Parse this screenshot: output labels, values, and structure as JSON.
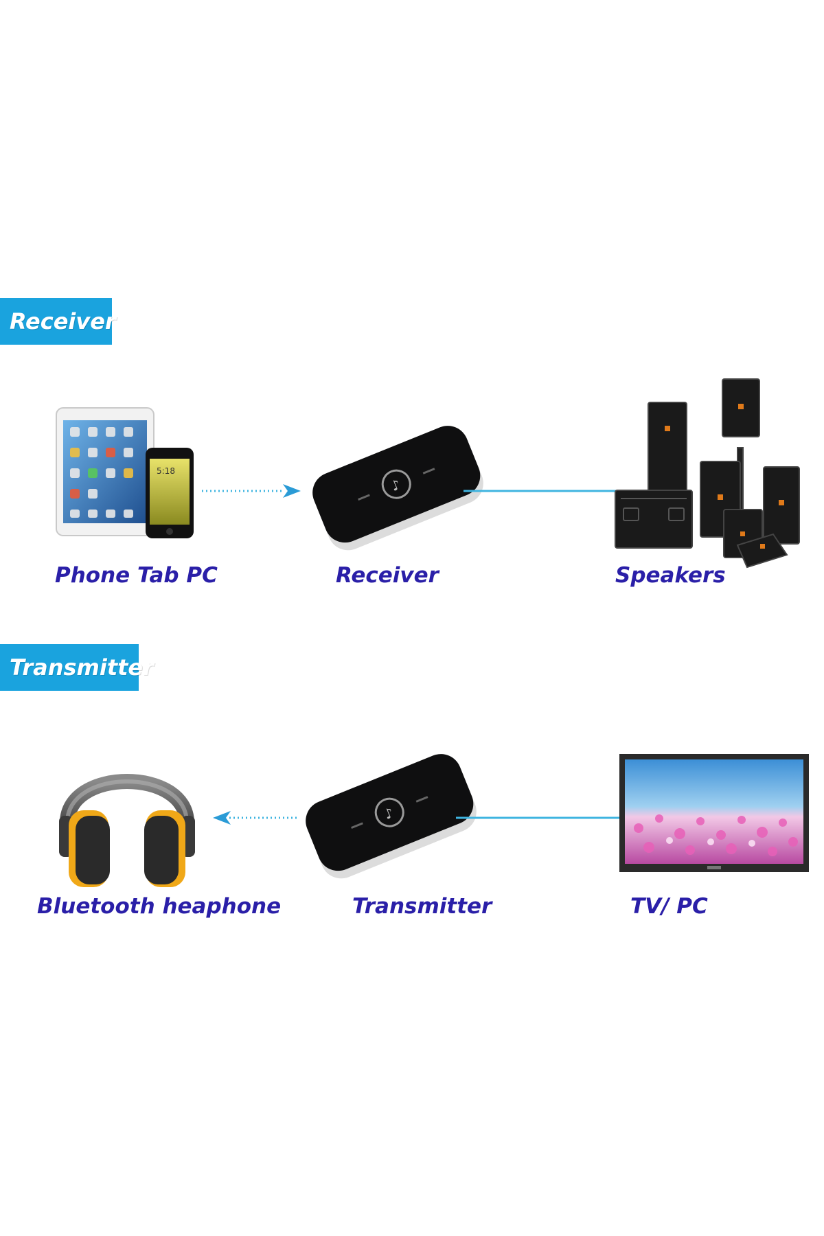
{
  "colors": {
    "banner": "#1aa3de",
    "label": "#2a1fa8",
    "connector": "#3fb4e0",
    "device": "#0f0f10"
  },
  "receiver_section": {
    "banner": "Receiver",
    "source": {
      "label": "Phone Tab PC",
      "icon": "tablet-phone-icon"
    },
    "device": {
      "label": "Receiver",
      "icon": "bluetooth-adapter-icon"
    },
    "output": {
      "label": "Speakers",
      "icon": "speakers-icon"
    }
  },
  "transmitter_section": {
    "banner": "Transmitter",
    "output": {
      "label": "Bluetooth heaphone",
      "icon": "headphones-icon"
    },
    "device": {
      "label": "Transmitter",
      "icon": "bluetooth-adapter-icon"
    },
    "source": {
      "label": "TV/ PC",
      "icon": "tv-monitor-icon"
    }
  }
}
